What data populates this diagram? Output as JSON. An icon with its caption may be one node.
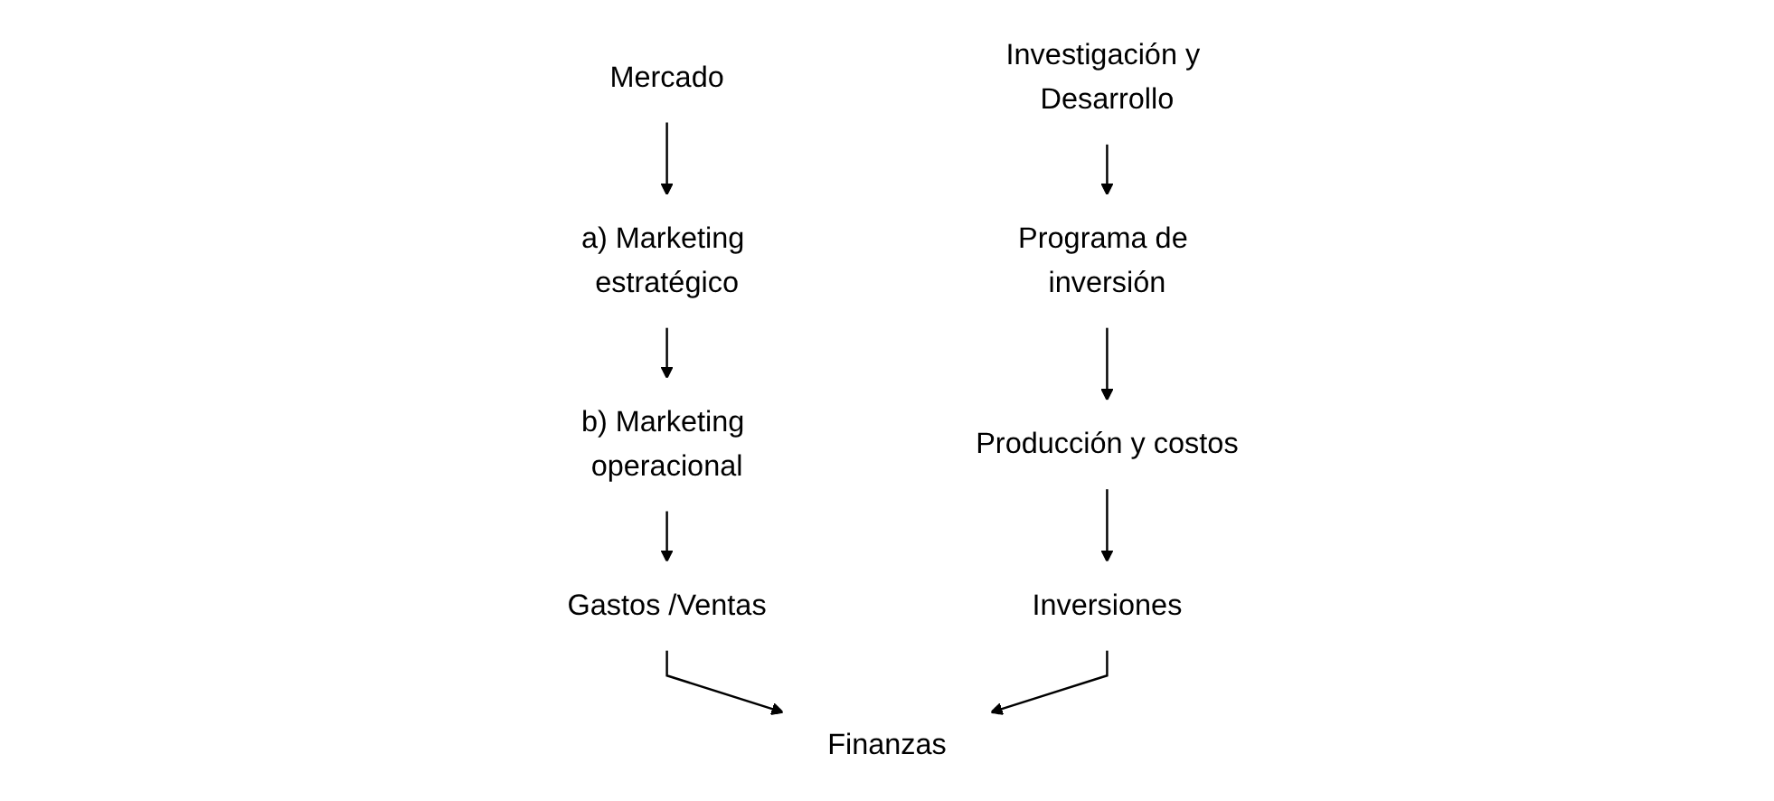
{
  "diagram": {
    "nodes": [
      {
        "text": [
          "Mercado"
        ]
      },
      {
        "text": [
          "Investigación y Desarrollo"
        ]
      },
      {
        "text": [
          "a) Marketing estratégico"
        ]
      },
      {
        "text": [
          "Programa de inversión"
        ]
      },
      {
        "text": [
          "b) Marketing operacional"
        ]
      },
      {
        "text": [
          "Producción y costos"
        ]
      },
      {
        "text": [
          "Gastos /Ventas"
        ]
      },
      {
        "text": [
          "Inversiones"
        ]
      },
      {
        "text": [
          "Finanzas"
        ]
      }
    ],
    "edges": [
      {
        "from": 0,
        "to": 2,
        "arrow": "to"
      },
      {
        "from": 2,
        "to": 4,
        "arrow": "to"
      },
      {
        "from": 4,
        "to": 6,
        "arrow": "to"
      },
      {
        "from": 6,
        "to": 8,
        "arrow": "to"
      },
      {
        "from": 1,
        "to": 3,
        "arrow": "to"
      },
      {
        "from": 3,
        "to": 5,
        "arrow": "to"
      },
      {
        "from": 5,
        "to": 7,
        "arrow": "to"
      },
      {
        "from": 7,
        "to": 8,
        "arrow": "to"
      }
    ]
  }
}
